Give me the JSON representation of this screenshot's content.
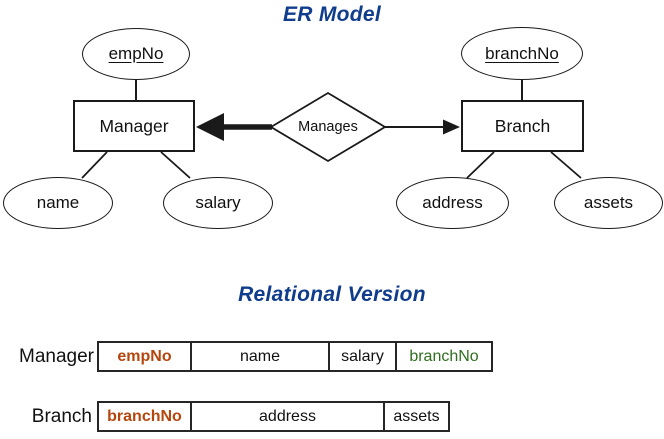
{
  "colors": {
    "title_blue": "#103c8c",
    "primary_key_orange": "#b5470e",
    "foreign_key_green": "#2f6f1f",
    "diagram_line": "#1a1a1a",
    "text_black": "#111111"
  },
  "er_model": {
    "title": "ER Model",
    "entities": {
      "manager": "Manager",
      "branch": "Branch"
    },
    "relationship": "Manages",
    "attributes": {
      "empNo": "empNo",
      "branchNo": "branchNo",
      "name": "name",
      "salary": "salary",
      "address": "address",
      "assets": "assets"
    },
    "underlined_key_attributes": [
      "empNo",
      "branchNo"
    ]
  },
  "relational_version": {
    "title": "Relational Version",
    "tables": [
      {
        "name": "Manager",
        "columns": [
          "empNo",
          "name",
          "salary",
          "branchNo"
        ]
      },
      {
        "name": "Branch",
        "columns": [
          "branchNo",
          "address",
          "assets"
        ]
      }
    ]
  }
}
